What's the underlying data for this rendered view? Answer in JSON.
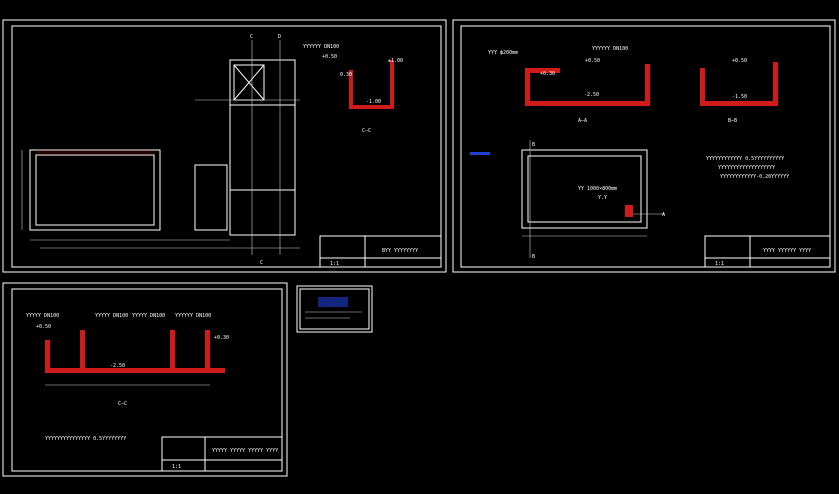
{
  "sheets": [
    {
      "id": "sheet-1",
      "labels": {
        "section_mark_c": "C",
        "section_mark_d": "D",
        "section_title": "C—C",
        "level_1": "±1.00",
        "level_2": "-1.00",
        "pipe_note": "YYYYYY DN100",
        "pipe_level": "+0.50",
        "small_tag": "0.30"
      },
      "title_block": {
        "title": "BYY YYYYYYYY",
        "scale": "1:1"
      }
    },
    {
      "id": "sheet-2",
      "labels": {
        "section_a": "A—A",
        "section_b": "B—B",
        "mark_a": "A",
        "mark_b": "B",
        "pipe_note": "YYYYYY DN100",
        "pipe_left": "YYY ϕ200mm",
        "level_top": "+0.50",
        "level_mid": "+0.30",
        "level_bottom": "-2.50",
        "level_b_top": "+0.50",
        "level_b_bottom": "-1.50",
        "opening_note": "YY 1000×800mm",
        "opening_tag": "Y.Y",
        "note_1": "YYYYYYYYYYYY 0.5YYYYYYYYYY",
        "note_2": "YYYYYYYYYYYYYYYYYYY",
        "note_3": "YYYYYYYYYYYY-0.20YYYYYY"
      },
      "title_block": {
        "title": "YYYY YYYYYY YYYY",
        "scale": "1:1"
      }
    },
    {
      "id": "sheet-3",
      "labels": {
        "section_title": "C—C",
        "tag_1": "YYYYY DN100",
        "tag_2": "YYYYY DN100",
        "tag_3": "YYYYY DN100",
        "tag_4": "YYYYYY DN100",
        "level_1": "+0.50",
        "level_2": "-2.50",
        "level_3": "+0.30",
        "note": "YYYYYYYYYYYYYYY 0.5YYYYYYYY"
      },
      "title_block": {
        "title": "YYYYY YYYYY YYYYY YYYY",
        "scale": "1:1"
      }
    }
  ],
  "colors": {
    "background": "#000000",
    "lines": "#ffffff",
    "walls": "#d11a1a",
    "accent": "#1f3fd1"
  }
}
